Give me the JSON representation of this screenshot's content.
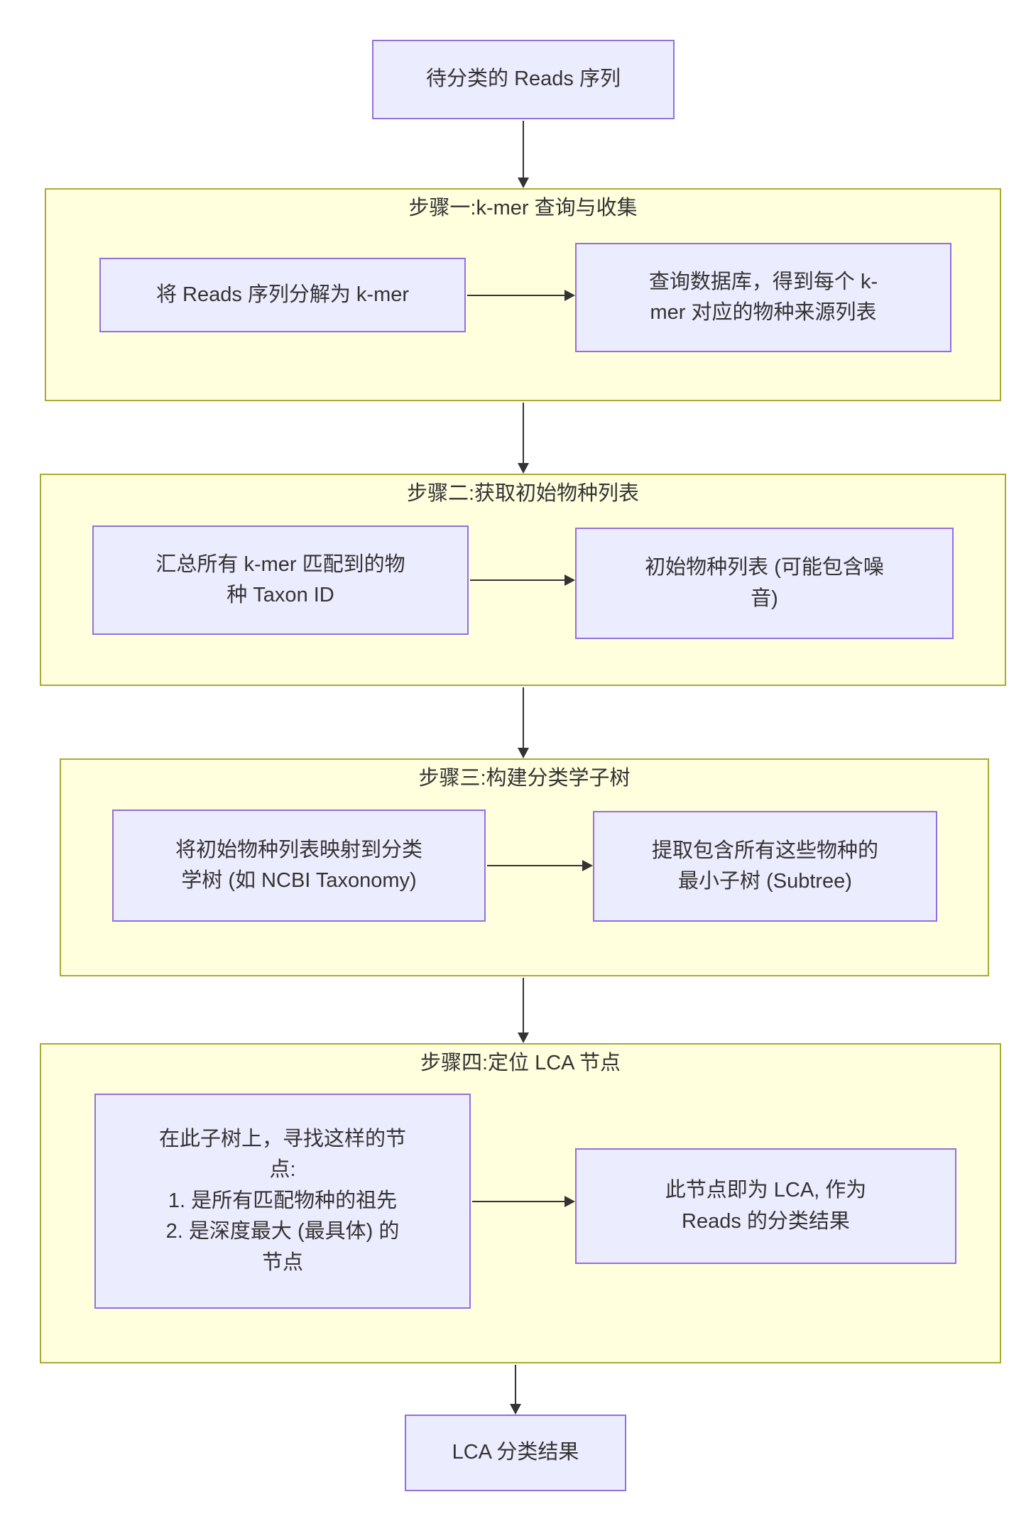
{
  "flowchart": {
    "start_node": {
      "label": "待分类的 Reads 序列"
    },
    "end_node": {
      "label": "LCA 分类结果"
    },
    "steps": [
      {
        "title": "步骤一:k-mer 查询与收集",
        "source": "将 Reads 序列分解为 k-mer",
        "result": "查询数据库，得到每个 k-\nmer 对应的物种来源列表"
      },
      {
        "title": "步骤二:获取初始物种列表",
        "source": "汇总所有 k-mer 匹配到的物\n种 Taxon ID",
        "result": "初始物种列表 (可能包含噪\n音)"
      },
      {
        "title": "步骤三:构建分类学子树",
        "source": "将初始物种列表映射到分类\n学树 (如 NCBI Taxonomy)",
        "result": "提取包含所有这些物种的\n最小子树 (Subtree)"
      },
      {
        "title": "步骤四:定位 LCA 节点",
        "source": "在此子树上，寻找这样的节\n点:\n1. 是所有匹配物种的祖先\n2. 是深度最大 (最具体) 的\n节点",
        "result": "此节点即为 LCA, 作为\nReads 的分类结果"
      }
    ],
    "colors": {
      "node_fill": "#ECECFF",
      "node_border": "#9370DB",
      "section_fill": "#FFFFDE",
      "section_border": "#AAAA33",
      "arrow": "#333333",
      "text": "#333333"
    }
  }
}
